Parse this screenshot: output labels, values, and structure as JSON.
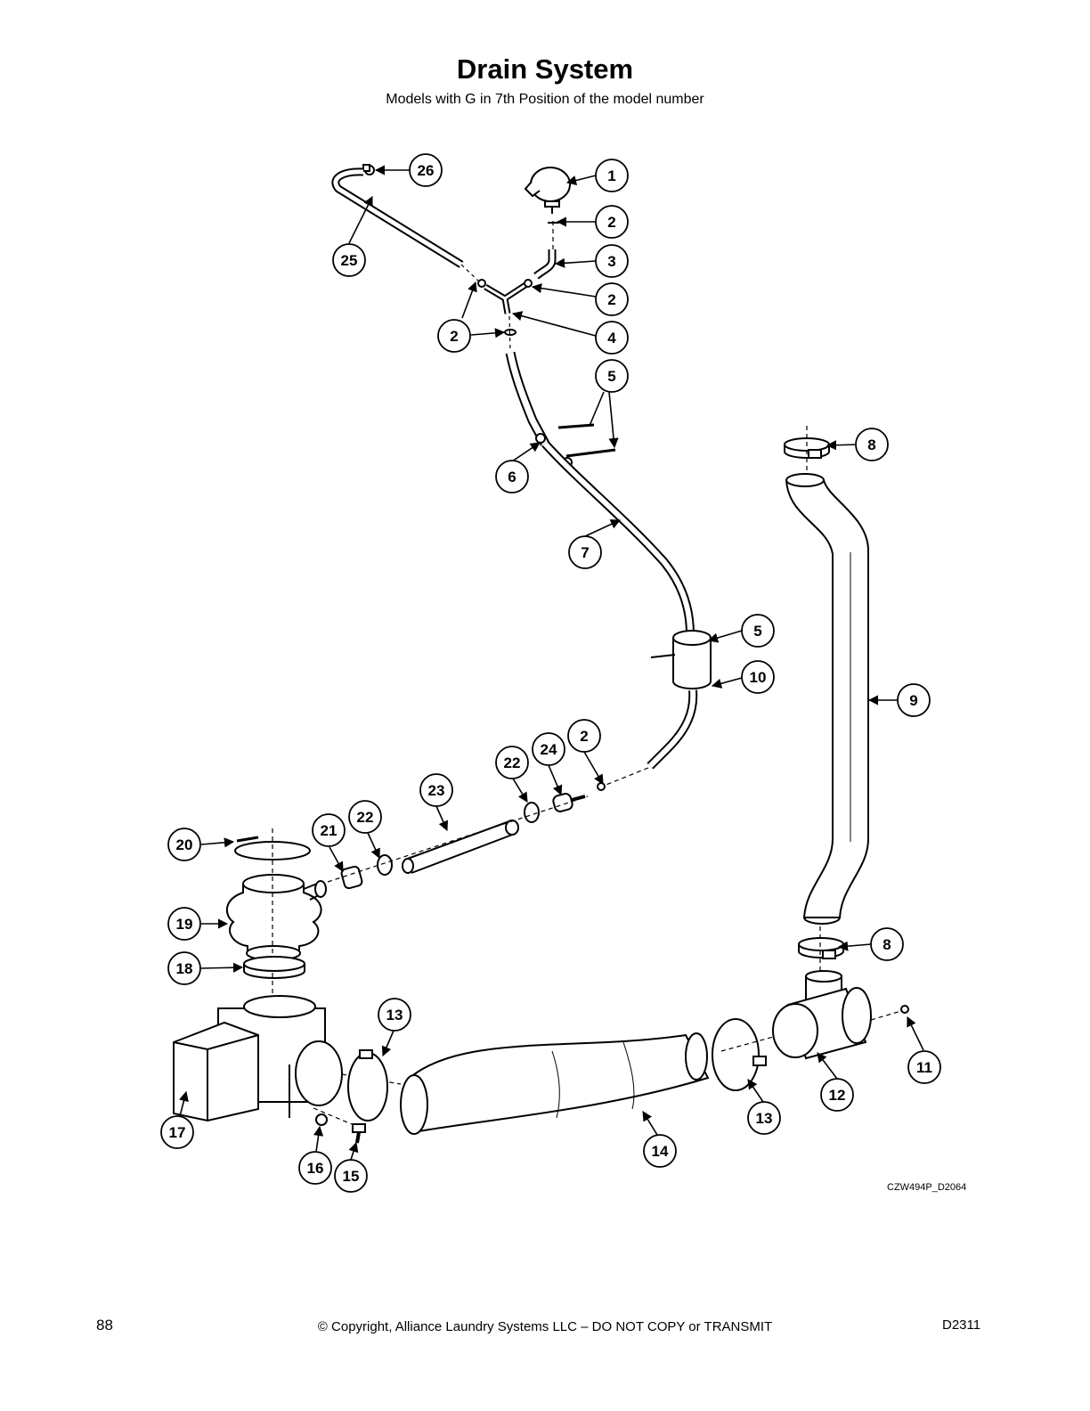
{
  "header": {
    "title": "Drain System",
    "subtitle": "Models with G in 7th Position of the model number"
  },
  "figure": {
    "code": "CZW494P_D2064",
    "callouts": [
      "26",
      "1",
      "2",
      "25",
      "3",
      "2",
      "2",
      "4",
      "5",
      "6",
      "7",
      "8",
      "5",
      "10",
      "9",
      "2",
      "24",
      "22",
      "23",
      "22",
      "21",
      "20",
      "19",
      "8",
      "18",
      "13",
      "11",
      "12",
      "17",
      "13",
      "14",
      "16",
      "15"
    ]
  },
  "footer": {
    "page_number": "88",
    "copyright": "© Copyright, Alliance Laundry Systems LLC – DO NOT COPY or TRANSMIT",
    "doc_code": "D2311"
  }
}
